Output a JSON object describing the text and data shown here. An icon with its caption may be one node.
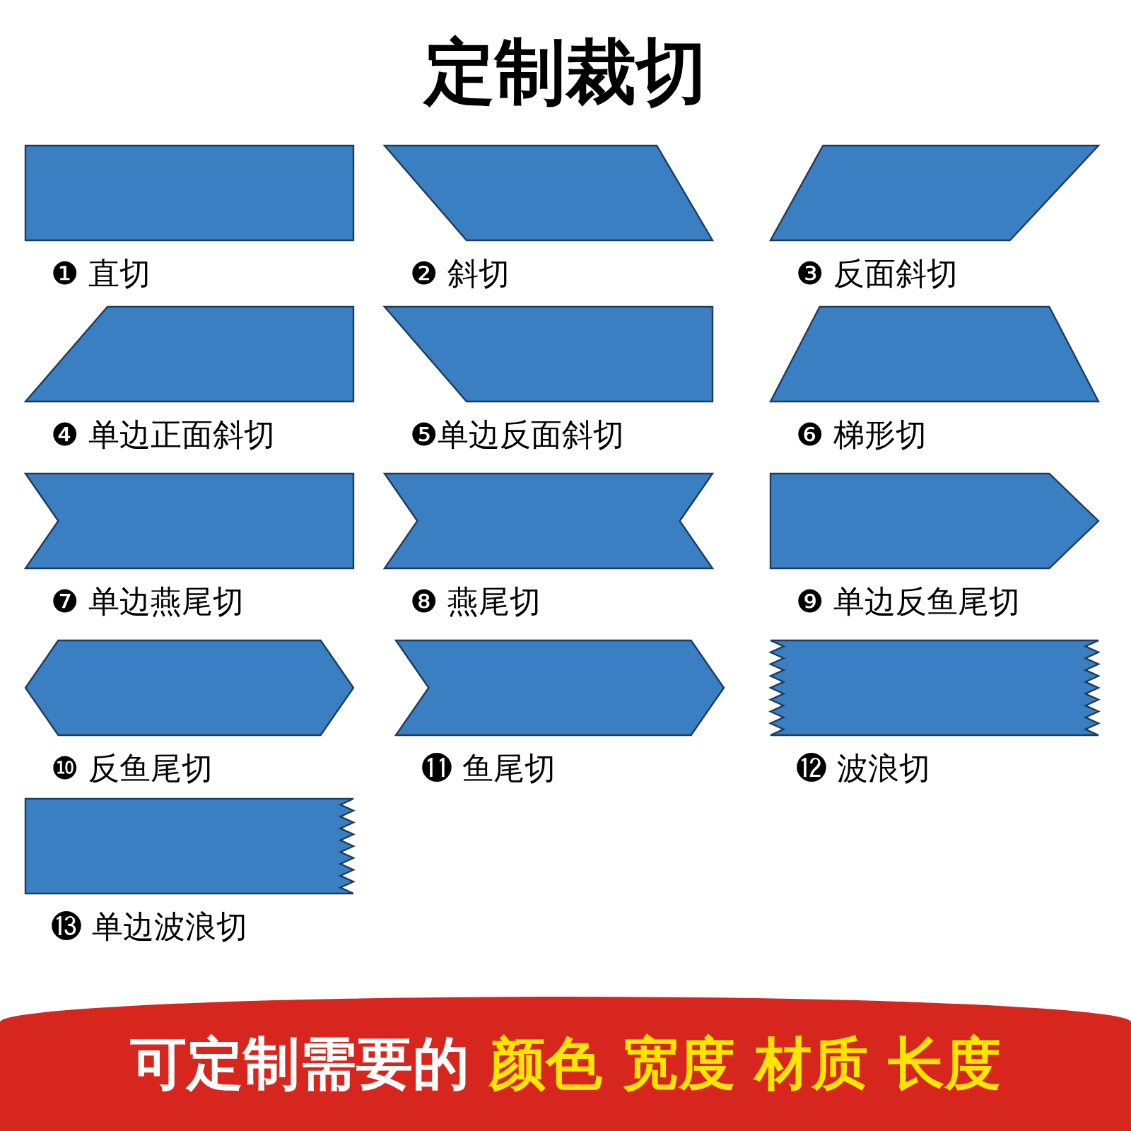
{
  "diagram": {
    "title": "定制裁切",
    "nodes": [
      {
        "text": [],
        "shape": "box",
        "beside": [
          "❶ 直切"
        ]
      },
      {
        "text": [],
        "shape": "parallelogram",
        "beside": [
          "❷ 斜切"
        ]
      },
      {
        "text": [],
        "shape": "parallelogram",
        "beside": [
          "❸ 反面斜切"
        ]
      },
      {
        "text": [],
        "shape": "trapezoid",
        "beside": [
          "❹ 单边正面斜切"
        ]
      },
      {
        "text": [],
        "shape": "trapezoid",
        "beside": [
          "❺单边反面斜切"
        ]
      },
      {
        "text": [],
        "shape": "trapezoid",
        "beside": [
          "❻ 梯形切"
        ]
      },
      {
        "text": [],
        "shape": "banner",
        "beside": [
          "❼ 单边燕尾切"
        ]
      },
      {
        "text": [],
        "shape": "banner",
        "beside": [
          "❽ 燕尾切"
        ]
      },
      {
        "text": [],
        "shape": "pentagon",
        "beside": [
          "❾ 单边反鱼尾切"
        ]
      },
      {
        "text": [],
        "shape": "hexagon",
        "beside": [
          "❿ 反鱼尾切"
        ]
      },
      {
        "text": [],
        "shape": "chevron",
        "beside": [
          "⓫ 鱼尾切"
        ]
      },
      {
        "text": [],
        "shape": "wavy",
        "beside": [
          "⓬ 波浪切"
        ]
      },
      {
        "text": [],
        "shape": "wavy",
        "beside": [
          "⓭ 单边波浪切"
        ]
      }
    ],
    "labels": [
      "可定制需要的",
      "颜色",
      "宽度",
      "材质",
      "长度"
    ]
  }
}
